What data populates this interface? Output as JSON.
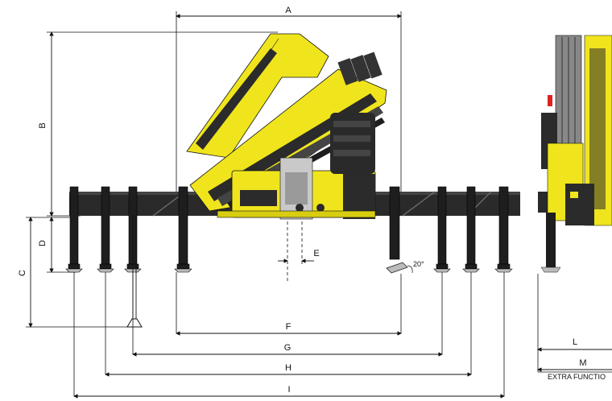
{
  "dimensions": {
    "A": "A",
    "B": "B",
    "C": "C",
    "D": "D",
    "E": "E",
    "F": "F",
    "G": "G",
    "H": "H",
    "I": "I",
    "L": "L",
    "M": "M"
  },
  "angle_label": "20°",
  "extra_label": "EXTRA FUNCTIO",
  "colors": {
    "crane_yellow": "#f0e51c",
    "crane_dark": "#1e1e1e",
    "line": "#111111"
  }
}
